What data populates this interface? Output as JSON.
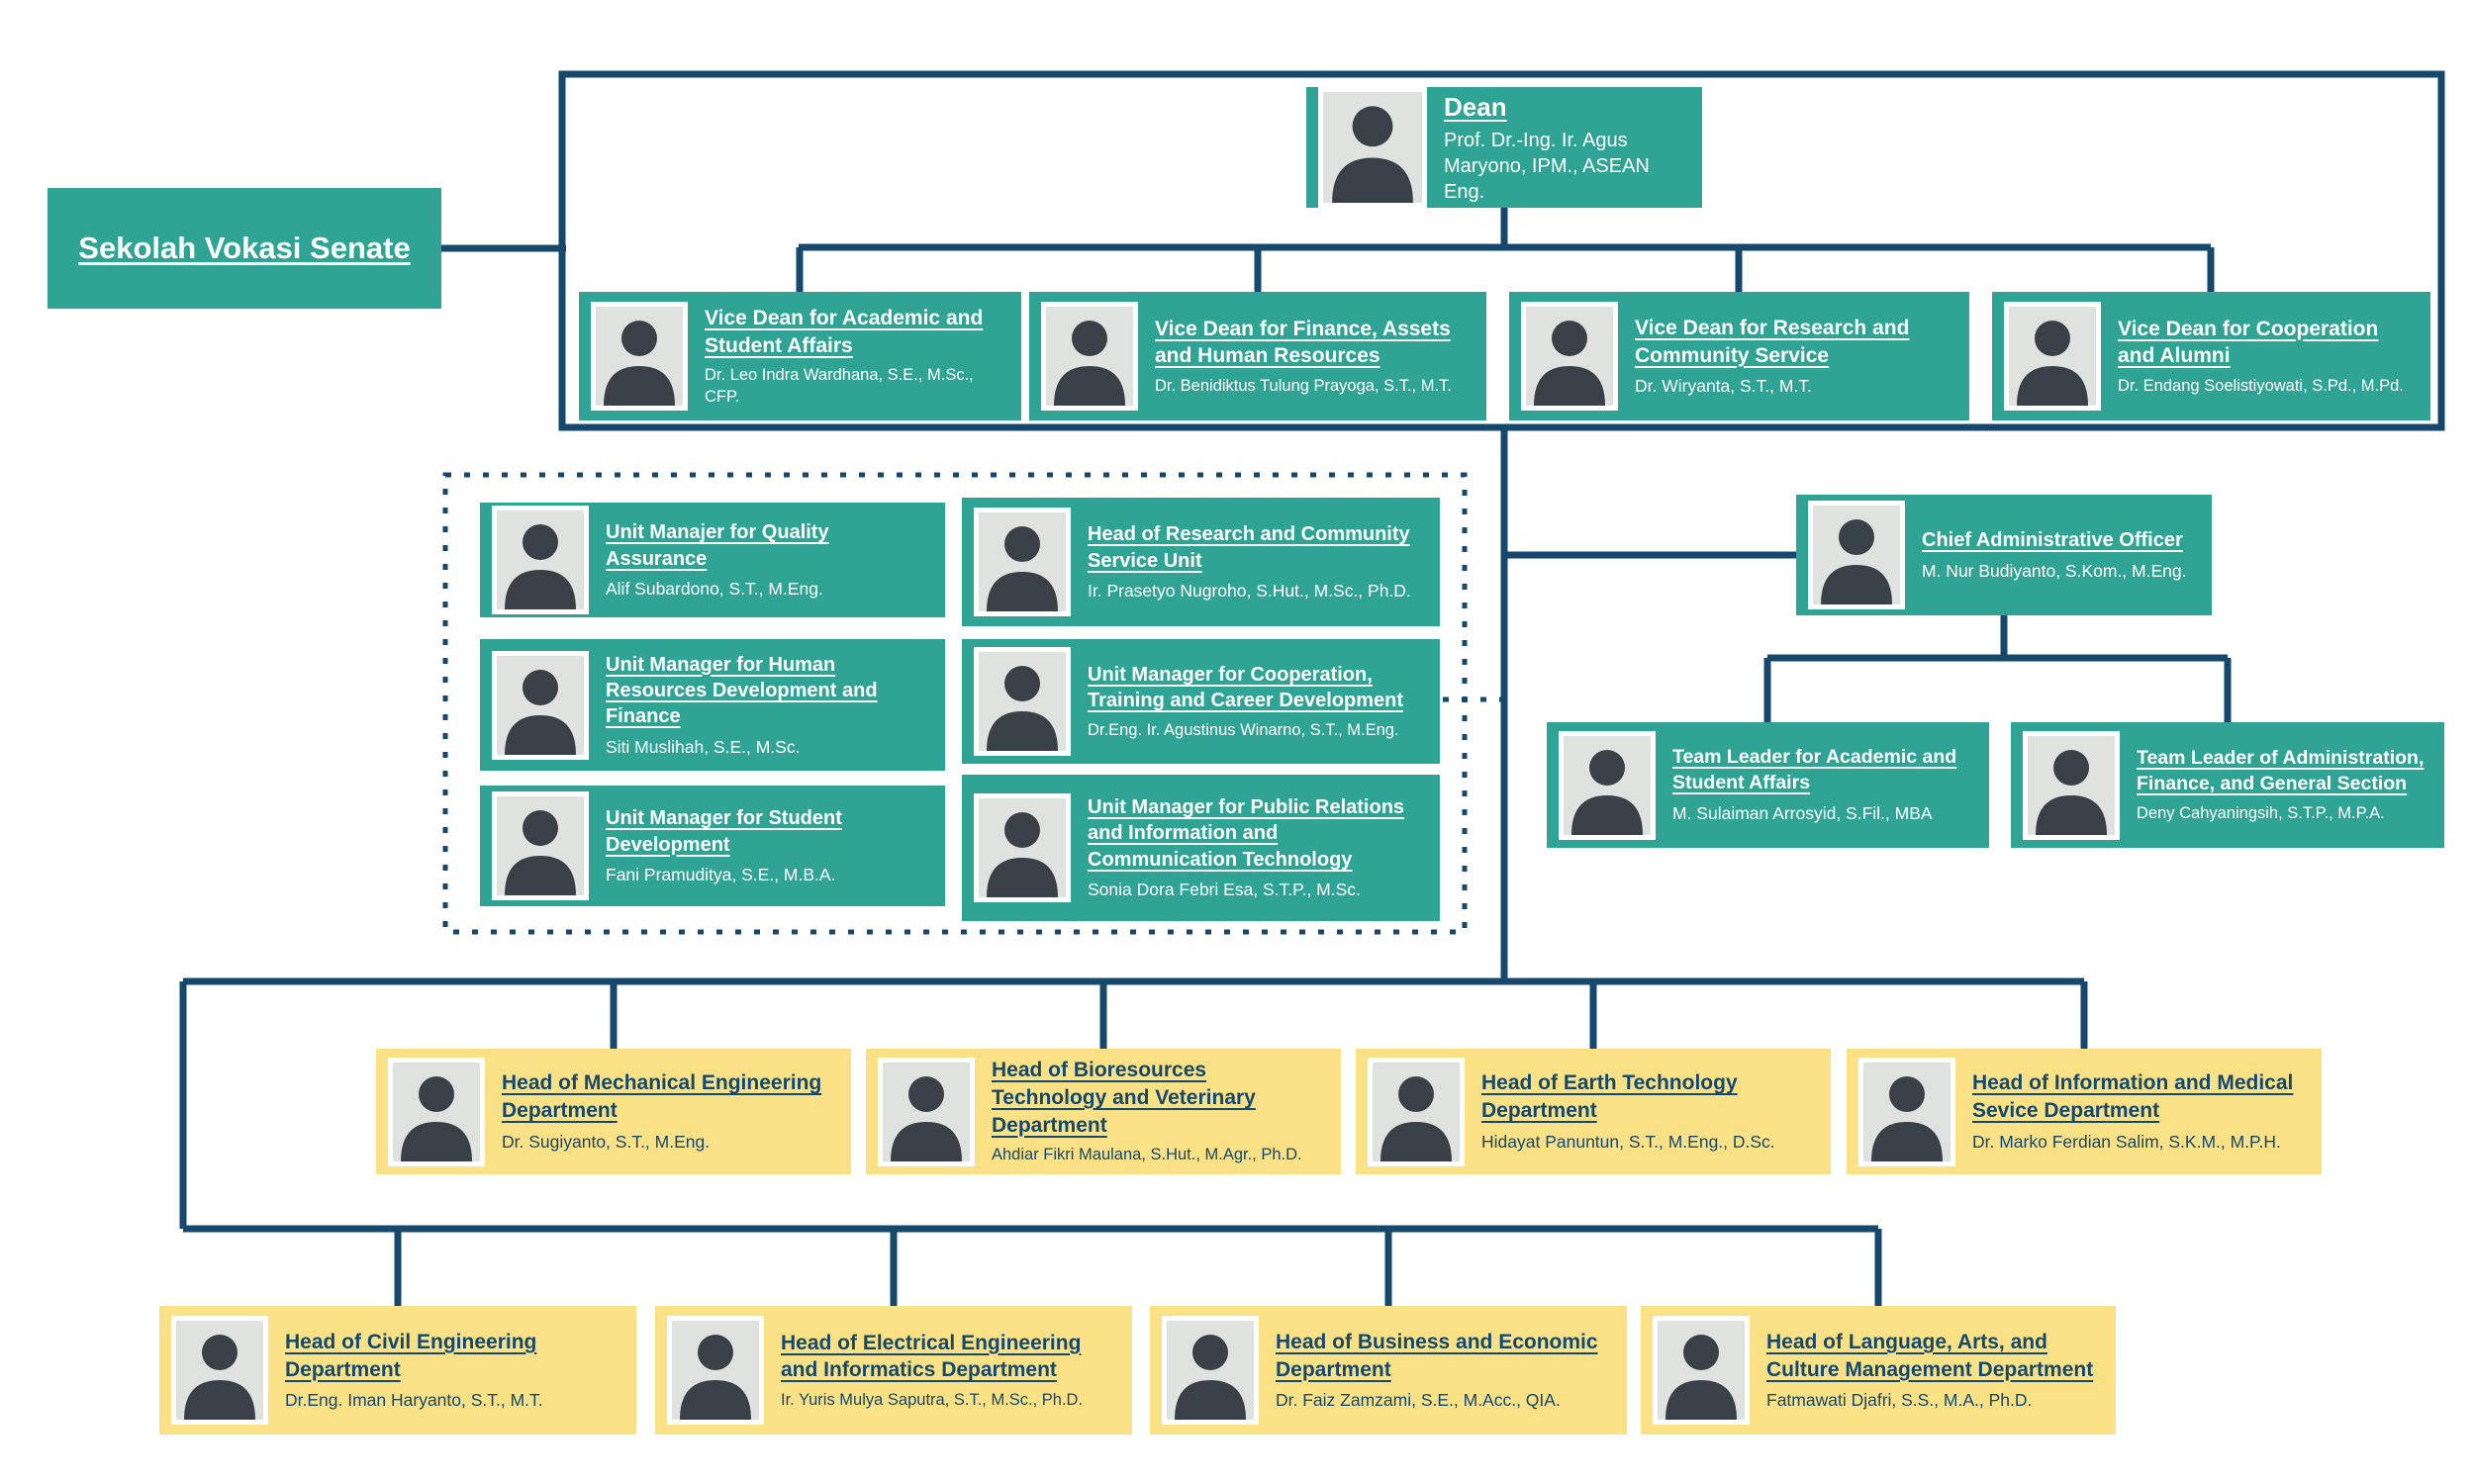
{
  "colors": {
    "teal": "#2FA394",
    "yellow": "#FAE185",
    "navy_line": "#16486E",
    "navy_text": "#14496F",
    "text_on_teal": "#FFFFFF"
  },
  "senate": {
    "title": "Sekolah Vokasi Senate"
  },
  "dean": {
    "title": "Dean",
    "name": "Prof. Dr.-Ing. Ir. Agus Maryono, IPM., ASEAN Eng."
  },
  "vice_deans": [
    {
      "title": "Vice Dean for Academic and Student Affairs",
      "name": "Dr. Leo Indra Wardhana, S.E., M.Sc., CFP."
    },
    {
      "title": "Vice Dean for Finance, Assets and Human Resources",
      "name": "Dr. Benidiktus Tulung Prayoga, S.T., M.T."
    },
    {
      "title": "Vice Dean for Research and Community Service",
      "name": "Dr. Wiryanta, S.T., M.T."
    },
    {
      "title": "Vice Dean for Cooperation and Alumni",
      "name": "Dr. Endang Soelistiyowati, S.Pd., M.Pd."
    }
  ],
  "unit_managers": [
    {
      "title": "Unit Manajer for Quality Assurance",
      "name": "Alif Subardono, S.T., M.Eng."
    },
    {
      "title": "Head of Research and Community Service Unit",
      "name": "Ir. Prasetyo Nugroho, S.Hut., M.Sc., Ph.D."
    },
    {
      "title": "Unit Manager for Human Resources Development and Finance",
      "name": "Siti Muslihah, S.E., M.Sc."
    },
    {
      "title": "Unit Manager for Cooperation, Training and Career Development",
      "name": "Dr.Eng. Ir. Agustinus Winarno, S.T., M.Eng."
    },
    {
      "title": "Unit Manager for Student Development",
      "name": "Fani Pramuditya, S.E., M.B.A."
    },
    {
      "title": "Unit Manager for Public Relations and Information and Communication Technology",
      "name": "Sonia Dora Febri Esa, S.T.P., M.Sc."
    }
  ],
  "cao": {
    "title": "Chief Administrative Officer",
    "name": "M. Nur Budiyanto, S.Kom., M.Eng."
  },
  "team_leaders": [
    {
      "title": "Team Leader for Academic and Student Affairs",
      "name": "M. Sulaiman Arrosyid, S.Fil., MBA"
    },
    {
      "title": "Team Leader of Administration, Finance, and General Section",
      "name": "Deny Cahyaningsih, S.T.P., M.P.A."
    }
  ],
  "departments_row1": [
    {
      "title": "Head of Mechanical Engineering Department",
      "name": "Dr. Sugiyanto, S.T., M.Eng."
    },
    {
      "title": "Head of Bioresources Technology and Veterinary Department",
      "name": "Ahdiar Fikri Maulana, S.Hut., M.Agr., Ph.D."
    },
    {
      "title": "Head of Earth Technology Department",
      "name": "Hidayat Panuntun, S.T., M.Eng., D.Sc."
    },
    {
      "title": "Head of Information and Medical Sevice Department",
      "name": "Dr. Marko Ferdian Salim, S.K.M., M.P.H."
    }
  ],
  "departments_row2": [
    {
      "title": "Head of Civil Engineering Department",
      "name": "Dr.Eng. Iman Haryanto, S.T., M.T."
    },
    {
      "title": "Head of Electrical Engineering and Informatics Department",
      "name": "Ir. Yuris Mulya Saputra, S.T., M.Sc., Ph.D."
    },
    {
      "title": "Head of Business and Economic Department",
      "name": "Dr. Faiz Zamzami, S.E., M.Acc., QIA."
    },
    {
      "title": "Head of Language, Arts, and Culture Management Department",
      "name": "Fatmawati Djafri, S.S., M.A., Ph.D."
    }
  ]
}
